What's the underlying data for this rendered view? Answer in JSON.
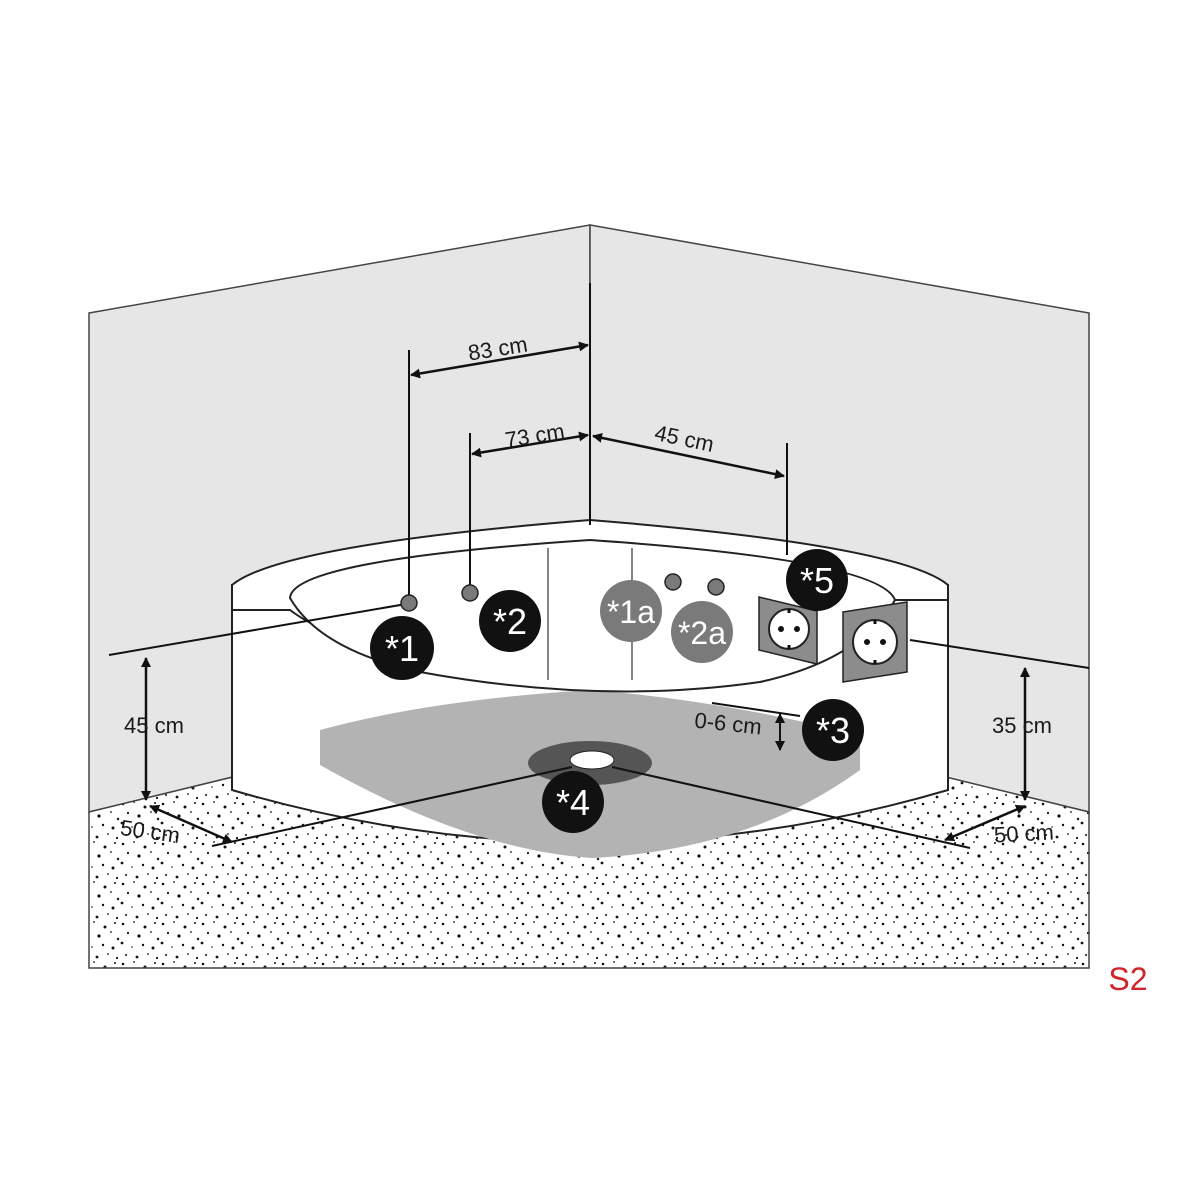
{
  "dimensions": {
    "d83": "83 cm",
    "d73": "73 cm",
    "d45_top": "45 cm",
    "d45_left": "45 cm",
    "d35": "35 cm",
    "d0_6": "0-6 cm",
    "d50_left": "50 cm",
    "d50_right": "50 cm"
  },
  "markers": {
    "m1": "*1",
    "m2": "*2",
    "m1a": "*1a",
    "m2a": "*2a",
    "m3": "*3",
    "m4": "*4",
    "m5": "*5"
  },
  "figure_code": "S2",
  "colors": {
    "wall": "#e6e6e6",
    "tub_front": "#ffffff",
    "marker_dark": "#111111",
    "marker_grey": "#7a7a7a",
    "outlet_box": "#8c8c8c",
    "shadow": "#b3b3b3",
    "code_red": "#d2232a"
  }
}
